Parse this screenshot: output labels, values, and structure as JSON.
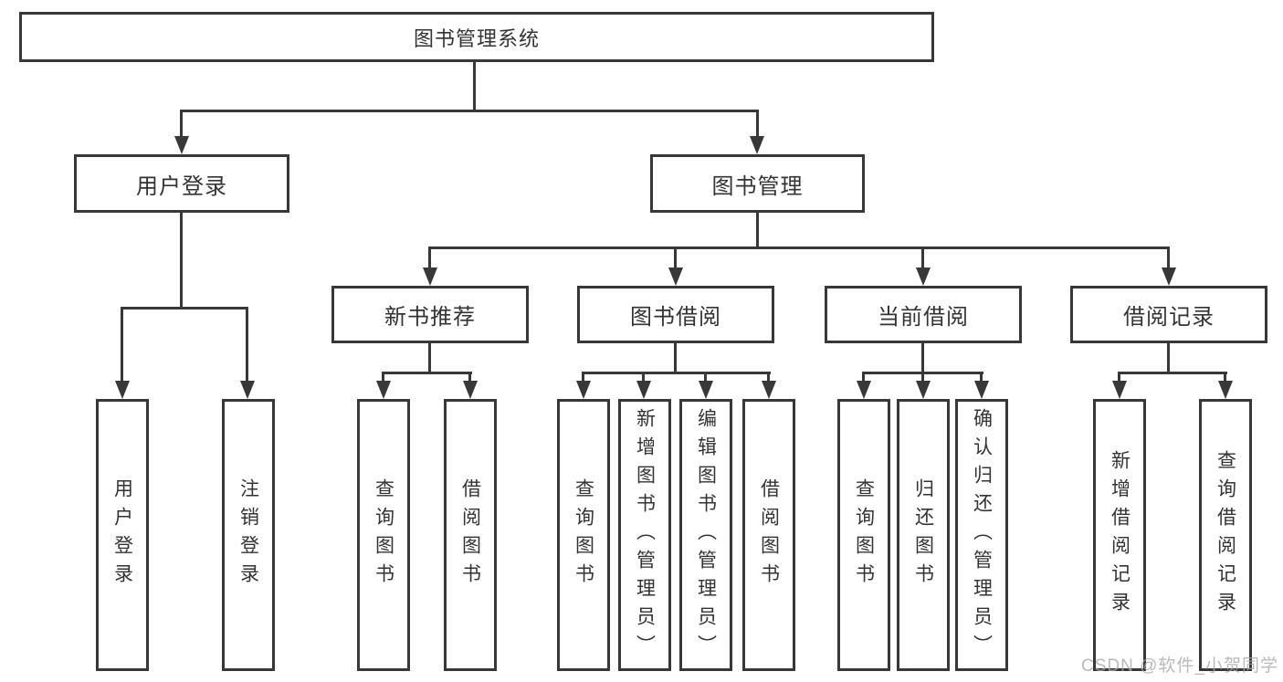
{
  "diagram": {
    "root": "图书管理系统",
    "level2": [
      "用户登录",
      "图书管理"
    ],
    "level3": [
      "新书推荐",
      "图书借阅",
      "当前借阅",
      "借阅记录"
    ],
    "groups": [
      [
        "用户登录",
        "注销登录"
      ],
      [
        "查询图书",
        "借阅图书"
      ],
      [
        "查询图书",
        "新增图书（管理员）",
        "编辑图书（管理员）",
        "借阅图书"
      ],
      [
        "查询图书",
        "归还图书",
        "确认归还（管理员）"
      ],
      [
        "新增借阅记录",
        "查询借阅记录"
      ]
    ]
  },
  "watermark": "CSDN @软件_小贺同学",
  "colors": {
    "line": "#383838",
    "text": "#333333",
    "watermark": "#a9a9a9",
    "background": "#ffffff"
  }
}
